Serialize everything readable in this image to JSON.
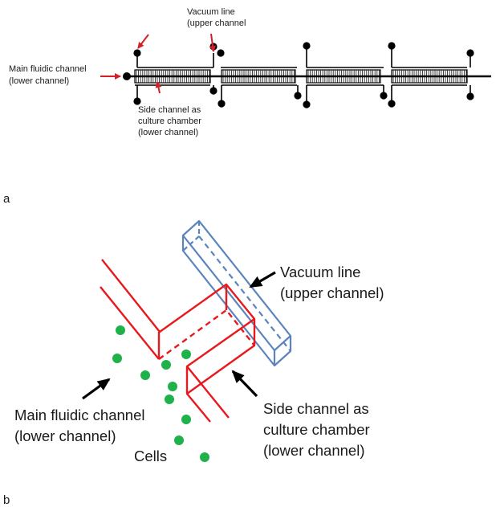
{
  "panel_a": {
    "letter": "a",
    "labels": {
      "vacuum_line_1": "Vacuum line",
      "vacuum_line_2": "(upper channel",
      "main_channel_1": "Main fluidic channel",
      "main_channel_2": "(lower channel)",
      "side_channel_1": "Side channel as",
      "side_channel_2": "culture chamber",
      "side_channel_3": "(lower channel)"
    }
  },
  "panel_b": {
    "letter": "b",
    "labels": {
      "vacuum_line_1": "Vacuum line",
      "vacuum_line_2": "(upper channel)",
      "main_channel_1": "Main fluidic channel",
      "main_channel_2": "(lower channel)",
      "cells": "Cells",
      "side_channel_1": "Side channel as",
      "side_channel_2": "culture chamber",
      "side_channel_3": "(lower channel)"
    }
  },
  "colors": {
    "fluidic_channel": "#e8191c",
    "vacuum_line": "#5b84bf",
    "cells": "#1fb24a",
    "annotation_arrow_a": "#d41f26",
    "annotation_arrow_b": "#000000"
  }
}
